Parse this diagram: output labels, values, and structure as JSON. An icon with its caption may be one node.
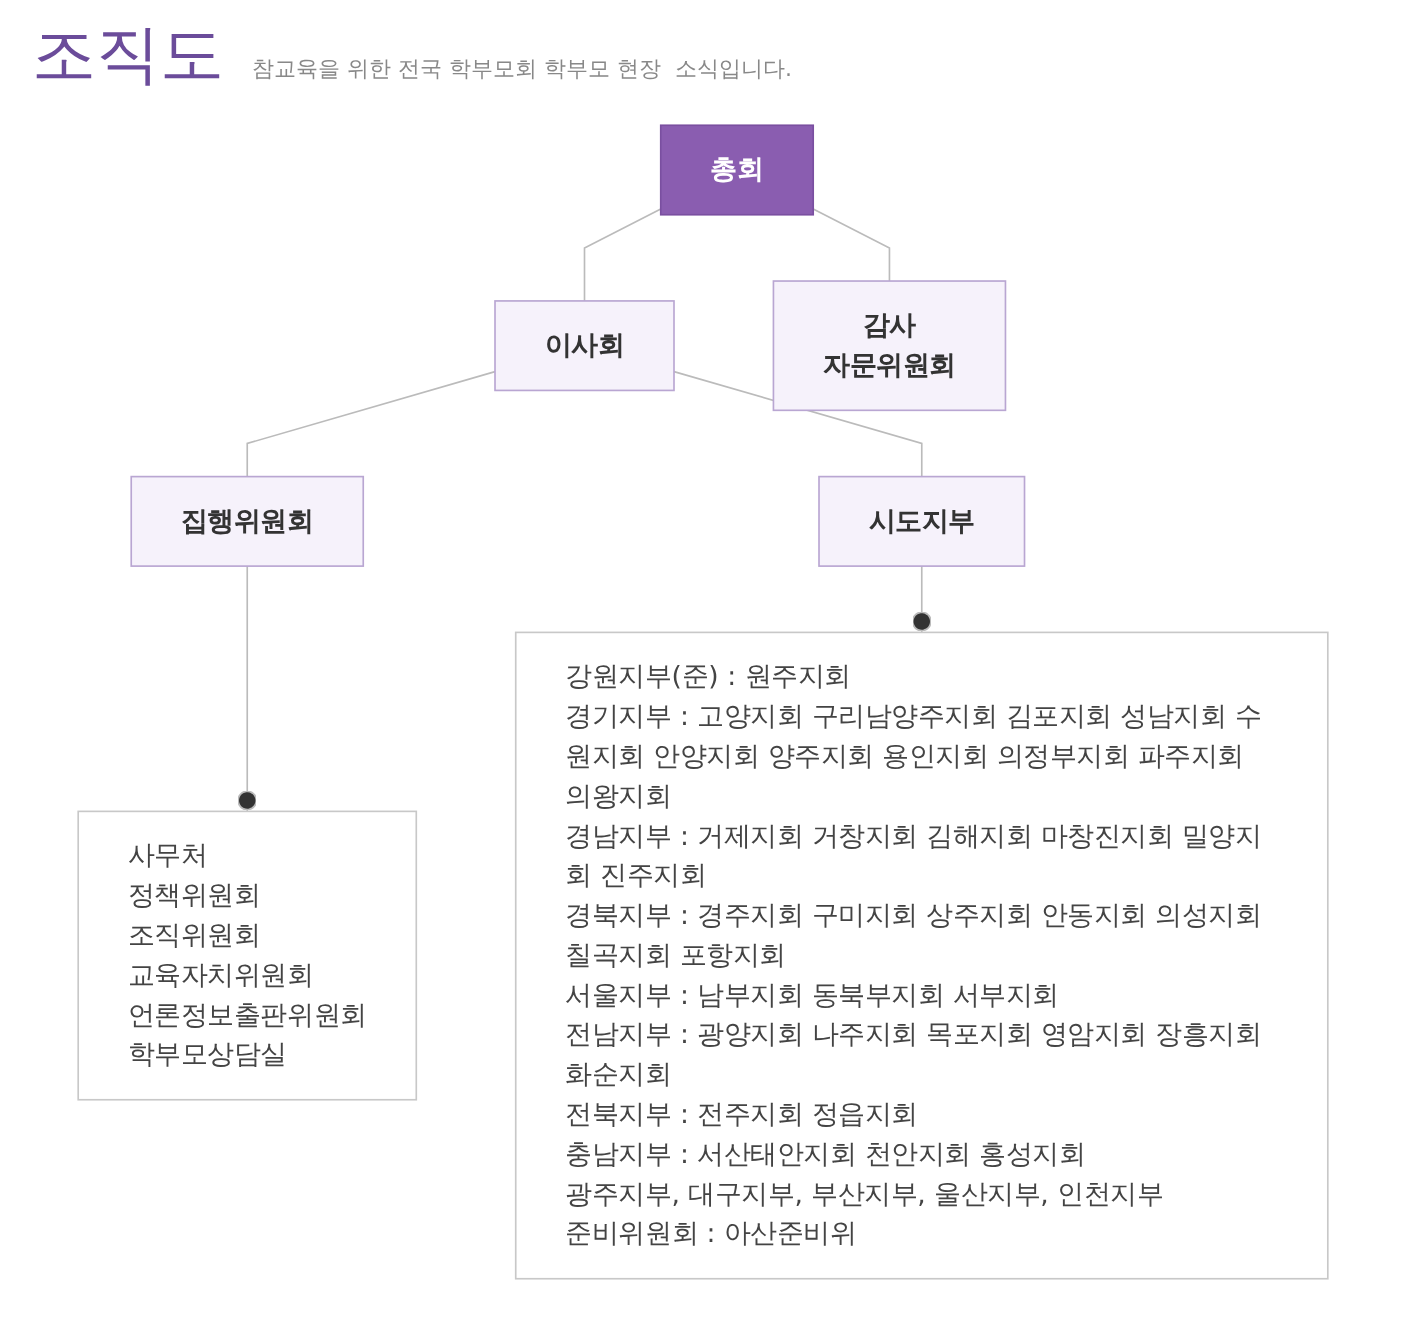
{
  "diagram": {
    "title": "조직도",
    "nodes": [
      {
        "text": [
          "총회"
        ]
      },
      {
        "text": [
          "감사",
          "자문위원회"
        ]
      },
      {
        "text": [
          "이사회"
        ]
      },
      {
        "text": [
          "집행위원회"
        ]
      },
      {
        "text": [
          "시도지부"
        ]
      },
      {
        "text": [
          "사무처",
          "정책위원회",
          "조직위원회",
          "교육자치위원회",
          "언론정보출판위원회",
          "학부모상담실"
        ]
      },
      {
        "text": [
          "강원지부(준) : 원주지회",
          "경기지부 : 고양지회 구리남양주지회 김포지회 성남지회 수원지회 안양지회 양주지회 용인지회 의정부지회 파주지회 의왕지회",
          "경남지부 : 거제지회 거창지회 김해지회 마창진지회 밀양지회 진주지회",
          "경북지부 : 경주지회 구미지회 상주지회 안동지회 의성지회 칠곡지회 포항지회",
          "서울지부 : 남부지회 동북부지회 서부지회",
          "전남지부 : 광양지회 나주지회 목포지회 영암지회 장흥지회 화순지회",
          "전북지부 : 전주지회 정읍지회",
          "충남지부 : 서산태안지회 천안지회 홍성지회",
          "광주지부, 대구지부, 부산지부, 울산지부, 인천지부",
          "준비위원회 : 아산준비위"
        ]
      }
    ],
    "edges": [
      {
        "from": 0,
        "to": 2,
        "arrow": "none"
      },
      {
        "from": 0,
        "to": 1,
        "arrow": "none"
      },
      {
        "from": 2,
        "to": 3,
        "arrow": "none"
      },
      {
        "from": 2,
        "to": 4,
        "arrow": "none"
      },
      {
        "from": 3,
        "to": 5,
        "arrow": "other"
      },
      {
        "from": 4,
        "to": 6,
        "arrow": "other"
      }
    ],
    "labels": [
      "참교육을 위한 전국 학부모회 학부모 현장  소식입니다."
    ]
  }
}
